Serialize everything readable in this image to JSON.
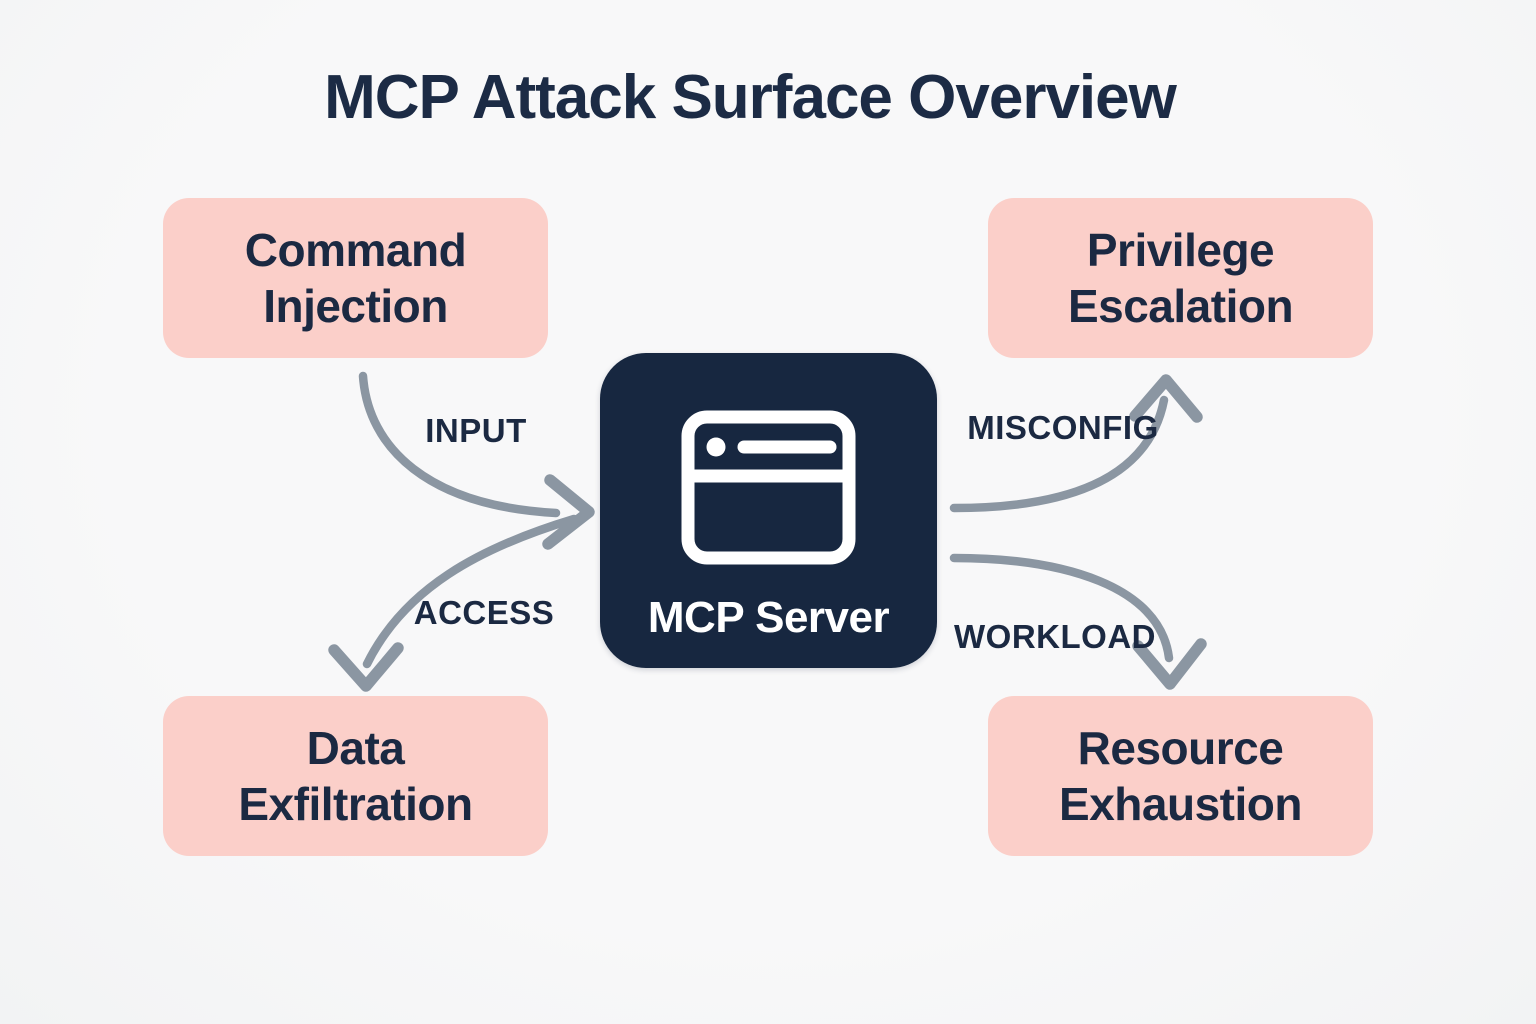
{
  "title": "MCP Attack Surface Overview",
  "center_node": {
    "label": "MCP Server",
    "icon": "server-window-icon"
  },
  "nodes": {
    "command_injection": {
      "label": "Command\nInjection",
      "position": "top-left"
    },
    "privilege_escalation": {
      "label": "Privilege\nEscalation",
      "position": "top-right"
    },
    "data_exfiltration": {
      "label": "Data\nExfiltration",
      "position": "bottom-left"
    },
    "resource_exhaustion": {
      "label": "Resource\nExhaustion",
      "position": "bottom-right"
    }
  },
  "edges": {
    "input": {
      "label": "INPUT",
      "from": "Command Injection",
      "to": "MCP Server"
    },
    "access": {
      "label": "ACCESS",
      "from": "MCP Server",
      "to": "Data Exfiltration"
    },
    "misconfig": {
      "label": "MISCONFIG",
      "from": "MCP Server",
      "to": "Privilege Escalation"
    },
    "workload": {
      "label": "WORKLOAD",
      "from": "MCP Server",
      "to": "Resource Exhaustion"
    }
  },
  "colors": {
    "background": "#f6f6f7",
    "node_fill": "#fbcfc9",
    "text_dark": "#1b2942",
    "server_fill": "#172740",
    "server_text": "#ffffff",
    "arrow": "#8b96a2"
  }
}
